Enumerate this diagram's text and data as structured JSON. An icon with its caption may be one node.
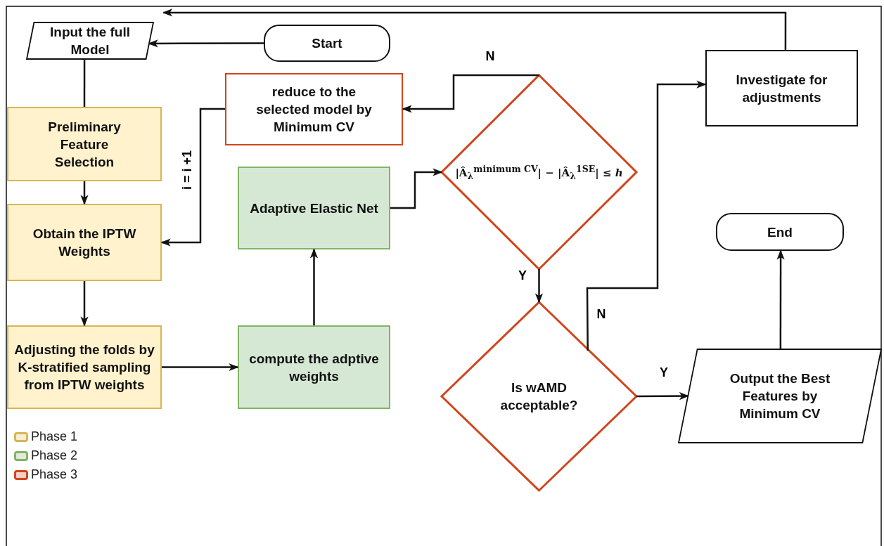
{
  "diagram": {
    "nodes": [
      {
        "text": [
          "Input the full Model"
        ]
      },
      {
        "text": [
          "Start"
        ]
      },
      {
        "text": [
          "Preliminary Feature Selection"
        ]
      },
      {
        "text": [
          "Obtain the IPTW Weights"
        ]
      },
      {
        "text": [
          "Adjusting the folds by K-stratified sampling from IPTW weights"
        ]
      },
      {
        "text": [
          "reduce to the selected model by Minimum CV"
        ]
      },
      {
        "text": [
          "Adaptive Elastic Net"
        ]
      },
      {
        "text": [
          "compute the adptive weights"
        ]
      },
      {
        "text": [
          "|Â$_{λ}$$^{minimum CV}$| − |Â$_{λ}$$^{1SE}$| ≤ *h*"
        ]
      },
      {
        "text": [
          "Investigate for adjustments"
        ]
      },
      {
        "text": [
          "Is wAMD acceptable?"
        ]
      },
      {
        "text": [
          "End"
        ]
      },
      {
        "text": [
          "Output the Best Features by Minimum CV"
        ]
      }
    ],
    "edges": [
      {
        "from": 1,
        "to": 0,
        "arrow": "to"
      },
      {
        "from": 0,
        "to": 2,
        "arrow": "none"
      },
      {
        "from": 2,
        "to": 3,
        "arrow": "to"
      },
      {
        "from": 3,
        "to": 4,
        "arrow": "to"
      },
      {
        "from": 4,
        "to": 7,
        "arrow": "to"
      },
      {
        "from": 7,
        "to": 6,
        "arrow": "to"
      },
      {
        "from": 6,
        "to": 8,
        "arrow": "to"
      },
      {
        "from": 8,
        "to": 5,
        "arrow": "to",
        "label": "N"
      },
      {
        "from": 5,
        "to": 3,
        "arrow": "to",
        "label": "i = i +1"
      },
      {
        "from": 8,
        "to": 10,
        "arrow": "to",
        "label": "Y"
      },
      {
        "from": 10,
        "to": 9,
        "arrow": "to",
        "label": "N"
      },
      {
        "from": 10,
        "to": 12,
        "arrow": "to",
        "label": "Y"
      },
      {
        "from": 12,
        "to": 11,
        "arrow": "to"
      },
      {
        "from": 9,
        "to": 0,
        "arrow": "to"
      }
    ],
    "legend": [
      {
        "text": "Phase 1",
        "color": "#d6b656"
      },
      {
        "text": "Phase 2",
        "color": "#82b366"
      },
      {
        "text": "Phase 3",
        "color": "#d0461b"
      }
    ]
  }
}
